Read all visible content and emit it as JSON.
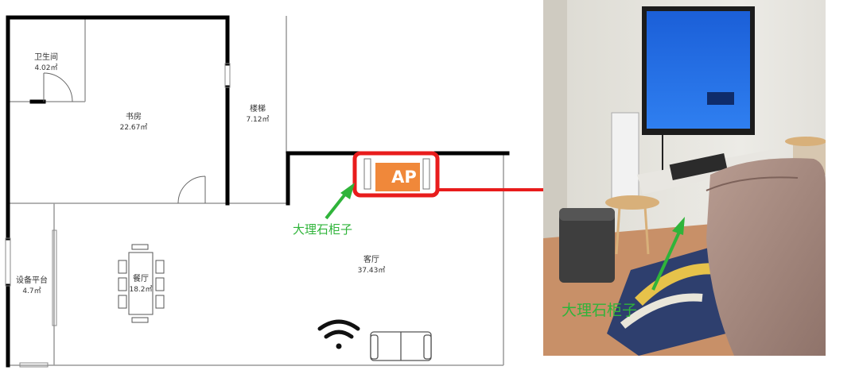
{
  "rooms": [
    {
      "id": "bathroom",
      "name": "卫生间",
      "area": "4.02㎡"
    },
    {
      "id": "study",
      "name": "书房",
      "area": "22.67㎡"
    },
    {
      "id": "stairs",
      "name": "楼梯",
      "area": "7.12㎡"
    },
    {
      "id": "equipment",
      "name": "设备平台",
      "area": "4.7㎡"
    },
    {
      "id": "dining",
      "name": "餐厅",
      "area": "18.2㎡"
    },
    {
      "id": "living",
      "name": "客厅",
      "area": "37.43㎡"
    }
  ],
  "ap": {
    "label": "AP"
  },
  "annotations": {
    "plan_label": "大理石柜子",
    "photo_label": "大理石柜子"
  },
  "colors": {
    "highlight": "#e81c1c",
    "ap_fill": "#f0883a",
    "annotation": "#2fb43a",
    "wall": "#000000"
  },
  "icons": [
    "wifi-icon",
    "sofa-icon",
    "dining-table-icon",
    "door-icon"
  ]
}
